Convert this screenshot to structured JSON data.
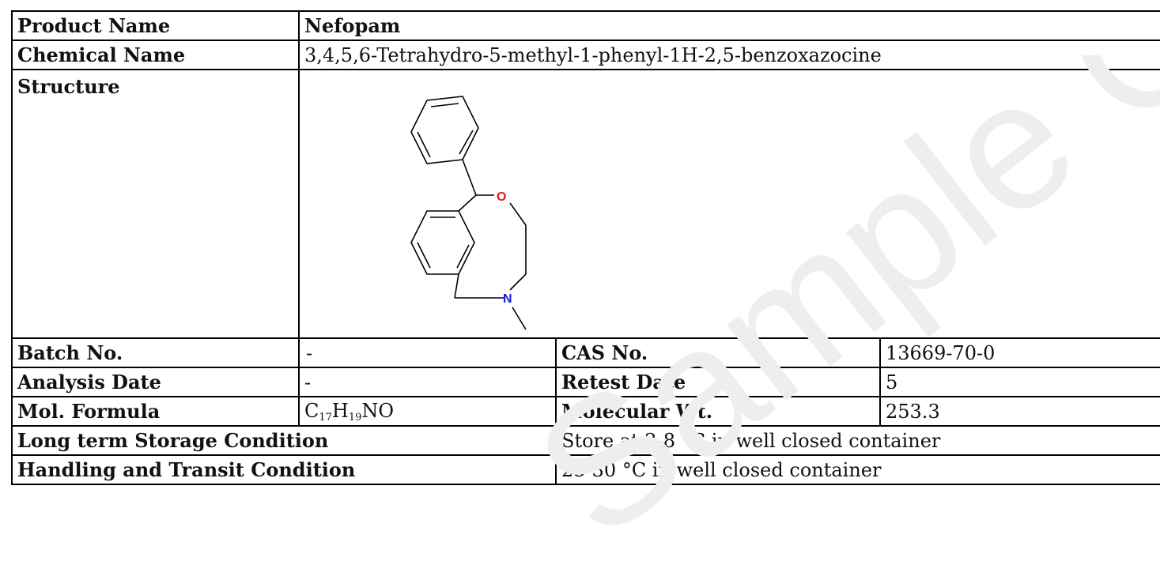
{
  "product": {
    "label": "Product Name",
    "value": "Nefopam"
  },
  "chemical": {
    "label": "Chemical Name",
    "value": "3,4,5,6-Tetrahydro-5-methyl-1-phenyl-1H-2,5-benzoxazocine"
  },
  "structure": {
    "label": "Structure",
    "atoms": {
      "oxygen": "O",
      "nitrogen": "N"
    },
    "colors": {
      "bond": "#000000",
      "oxygen": "#e6191a",
      "nitrogen": "#1a1adb"
    }
  },
  "batch": {
    "label": "Batch No.",
    "value": "-"
  },
  "cas": {
    "label": "CAS No.",
    "value": "13669-70-0"
  },
  "analysis": {
    "label": "Analysis Date",
    "value": "-"
  },
  "retest": {
    "label": "Retest Date",
    "value": "5"
  },
  "formula": {
    "label": "Mol. Formula",
    "c": "C",
    "c_sub": "17",
    "h": "H",
    "h_sub": "19",
    "rest": "NO"
  },
  "mw": {
    "label": "Molecular Wt.",
    "value": "253.3"
  },
  "storage": {
    "label": "Long term Storage Condition",
    "value": "Store at 2-8 °C in well closed container"
  },
  "handling": {
    "label": "Handling and Transit Condition",
    "value": "25-30 °C in well closed container"
  },
  "watermark": {
    "text": "Sample COA",
    "color": "#efefef"
  }
}
